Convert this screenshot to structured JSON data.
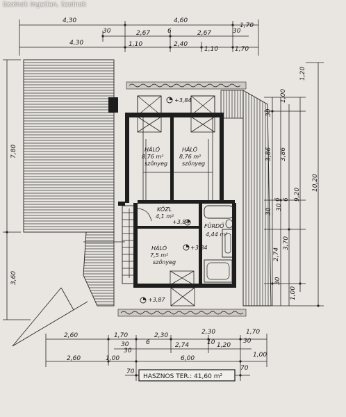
{
  "watermark": "Szolnok Ingatlan, Szolnok",
  "top_dims": {
    "row1": [
      "4,30",
      "4,60",
      "1,70"
    ],
    "row2": [
      "30",
      "2,67",
      "6",
      "2,67",
      "30"
    ],
    "row3": [
      "4,30",
      "1,10",
      "2,40",
      "1,10",
      "1,70"
    ]
  },
  "right_dims": [
    "1,20",
    "1,00",
    "30",
    "3,86",
    "3,86",
    "30",
    "6",
    "6",
    "30",
    "3,70",
    "9,20",
    "10,20",
    "2,74",
    "30",
    "1,00"
  ],
  "left_dims": [
    "7,80",
    "3,60"
  ],
  "bottom_dims": {
    "row1": [
      "2,60",
      "1,70",
      "2,30",
      "2,30",
      "1,70"
    ],
    "row2": [
      "30",
      "30",
      "6",
      "2,74",
      "10",
      "1,20",
      "30"
    ],
    "row3": [
      "2,60",
      "1,00",
      "6,00",
      "1,00"
    ],
    "row4": [
      "70",
      "70"
    ]
  },
  "rooms": {
    "room_left": {
      "name": "HÁLÓ",
      "area": "8,76 m²",
      "type": "szőnyeg"
    },
    "room_right": {
      "name": "HÁLÓ",
      "area": "8,76 m²",
      "type": "szőnyeg"
    },
    "corridor": {
      "name": "KÖZL",
      "area": "4,1 m²"
    },
    "bath": {
      "name": "FÜRDŐ",
      "area": "4,44 m²"
    },
    "room_small": {
      "name": "HÁLÓ",
      "area": "7,5 m²",
      "type": "szőnyeg"
    }
  },
  "levels": [
    "+3,84",
    "+3,84",
    "+3,84",
    "+3,87"
  ],
  "summary": "HASZNOS TER.: 41,60 m²"
}
